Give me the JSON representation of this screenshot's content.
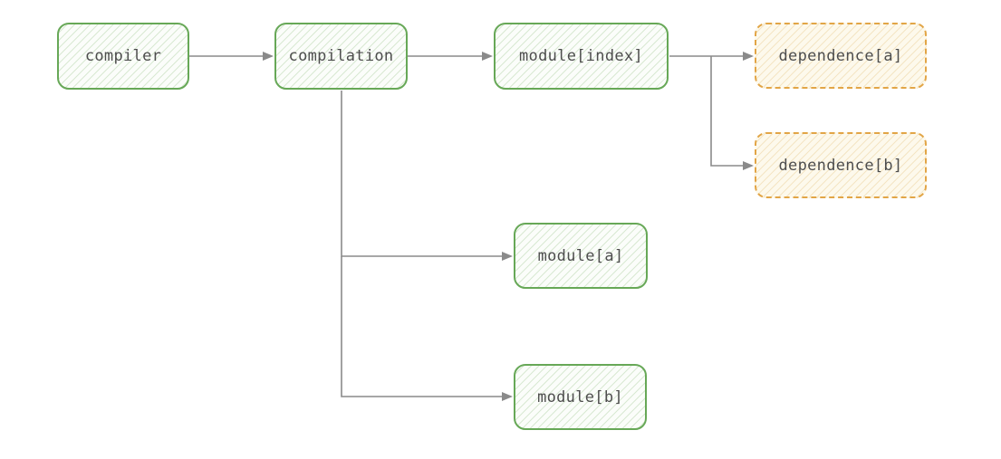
{
  "diagram": {
    "colors": {
      "background": "#ffffff",
      "green-border": "#67a857",
      "green-fill": "#fbfdfa",
      "green-hatch": "#d9e9d3",
      "orange-border": "#e2a546",
      "orange-fill": "#fdf9ec",
      "orange-hatch": "#f4e5c4",
      "arrow": "#8a8a8a",
      "text": "#4d4d4d"
    },
    "nodes": [
      {
        "id": "compiler",
        "label": "compiler",
        "style": "solid-green"
      },
      {
        "id": "compilation",
        "label": "compilation",
        "style": "solid-green"
      },
      {
        "id": "module-index",
        "label": "module[index]",
        "style": "solid-green"
      },
      {
        "id": "dependence-a",
        "label": "dependence[a]",
        "style": "dashed-orange"
      },
      {
        "id": "dependence-b",
        "label": "dependence[b]",
        "style": "dashed-orange"
      },
      {
        "id": "module-a",
        "label": "module[a]",
        "style": "solid-green"
      },
      {
        "id": "module-b",
        "label": "module[b]",
        "style": "solid-green"
      }
    ],
    "edges": [
      {
        "from": "compiler",
        "to": "compilation"
      },
      {
        "from": "compilation",
        "to": "module[index]"
      },
      {
        "from": "module[index]",
        "to": "dependence[a]"
      },
      {
        "from": "module[index]",
        "to": "dependence[b]"
      },
      {
        "from": "compilation",
        "to": "module[a]"
      },
      {
        "from": "compilation",
        "to": "module[b]"
      }
    ]
  }
}
